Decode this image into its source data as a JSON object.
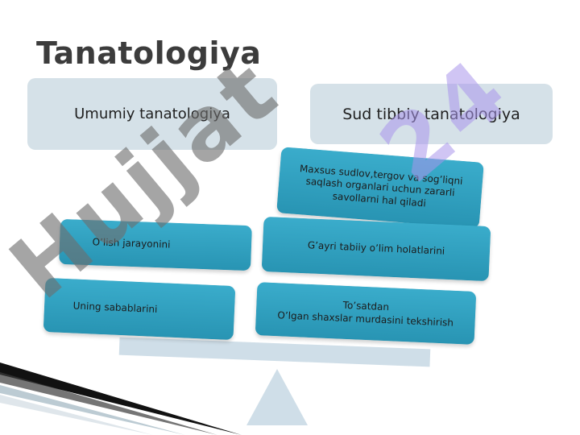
{
  "slide": {
    "title": "Tanatologiya",
    "branches": [
      {
        "label": "Umumiy tanatologiya"
      },
      {
        "label": "Sud tibbiy tanatologiya"
      }
    ],
    "left_cards": [
      {
        "label": "O’lish jarayonini"
      },
      {
        "label": "Uning sabablarini"
      }
    ],
    "right_cards": [
      {
        "lines": [
          "Maxsus sudlov,tergov  va sog’liqni",
          "saqlash organlari uchun zararli",
          "savollarni hal  qiladi"
        ]
      },
      {
        "lines": [
          "G’ayri tabiiy o’lim holatlarini"
        ]
      },
      {
        "lines": [
          "To’satdan",
          "O’lgan shaxslar murdasini tekshirish"
        ]
      }
    ]
  },
  "watermark": {
    "text_left": "Hujjat",
    "text_right": "24"
  },
  "colors": {
    "card": "#2e9fbe",
    "header_box": "#d5e1e8",
    "scale": "#cfdee8",
    "title": "#3c3c3c"
  }
}
